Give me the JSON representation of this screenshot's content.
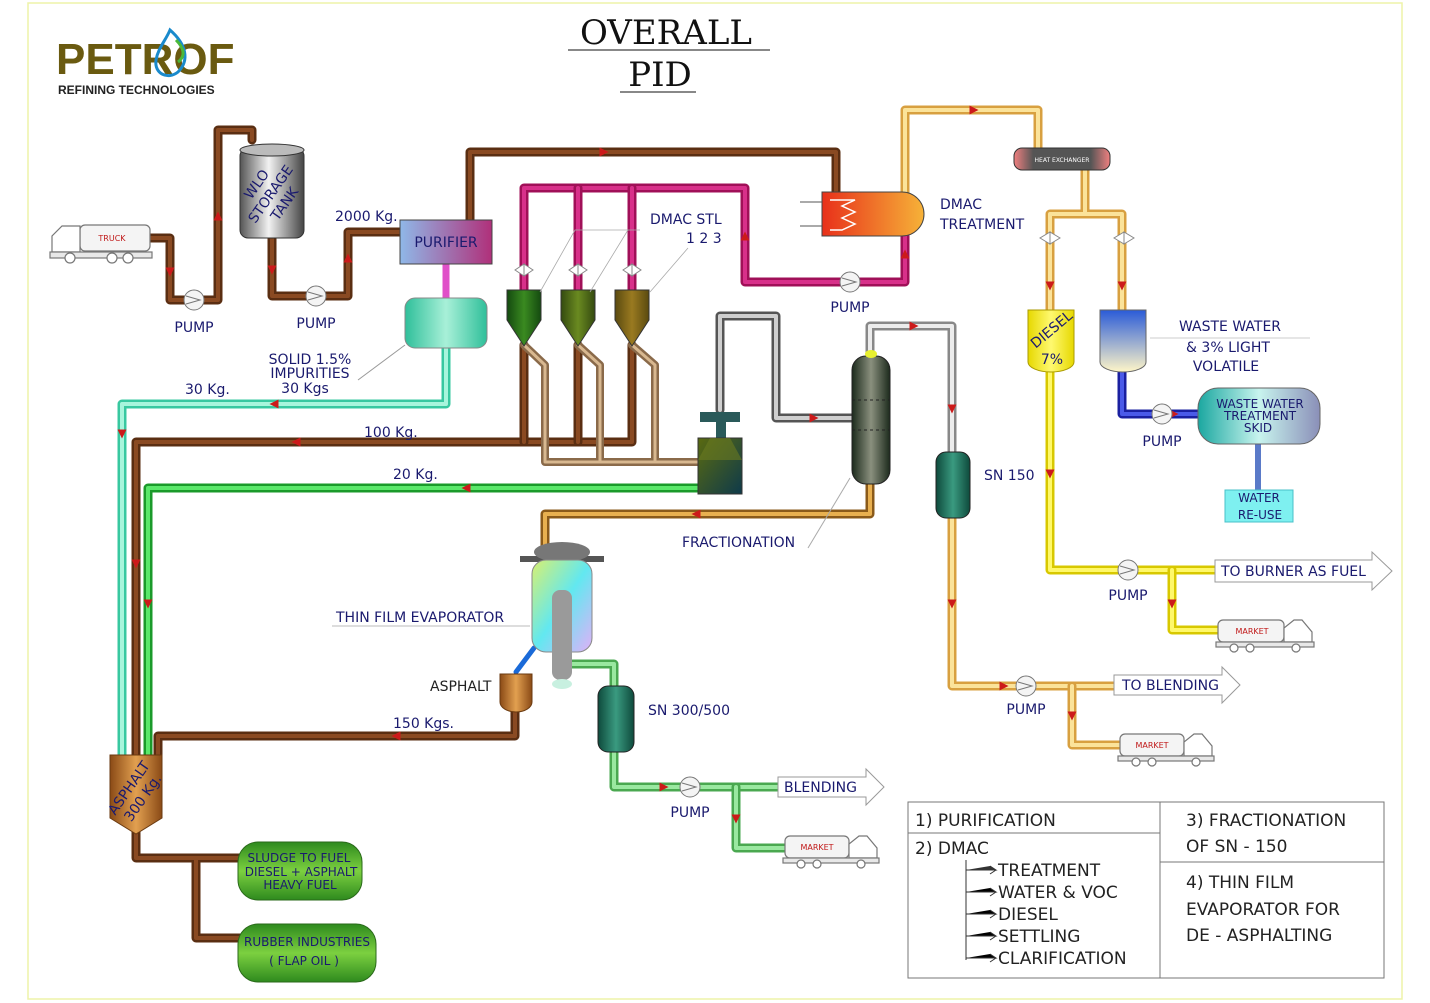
{
  "title": {
    "line1": "OVERALL",
    "line2": "PID"
  },
  "logo": {
    "brand": "PETROF",
    "tagline": "REFINING TECHNOLOGIES"
  },
  "equipment": {
    "truck": "TRUCK",
    "wlo_tank": [
      "WLO",
      "STORAGE",
      "TANK"
    ],
    "purifier": "PURIFIER",
    "dmac_treatment": [
      "DMAC",
      "TREATMENT"
    ],
    "heat_exchanger": "HEAT EXCHANGER",
    "dmac_stl": [
      "DMAC STL",
      "1 2 3"
    ],
    "diesel": [
      "DIESEL",
      "7%"
    ],
    "waste_water": [
      "WASTE WATER",
      "& 3% LIGHT",
      "VOLATILE"
    ],
    "ww_skid": [
      "WASTE WATER",
      "TREATMENT",
      "SKID"
    ],
    "water_reuse": [
      "WATER",
      "RE-USE"
    ],
    "solid_impurities": [
      "SOLID 1.5%",
      "IMPURITIES",
      "30 Kgs"
    ],
    "fractionation": "FRACTIONATION",
    "sn150": "SN 150",
    "tfe": "THIN FILM EVAPORATOR",
    "asphalt_small": "ASPHALT",
    "sn300": "SN 300/500",
    "asphalt_tank": [
      "ASPHALT",
      "300 Kg."
    ],
    "sludge": [
      "SLUDGE TO FUEL",
      "DIESEL + ASPHALT",
      "HEAVY FUEL"
    ],
    "rubber": [
      "RUBBER INDUSTRIES",
      "( FLAP OIL )"
    ],
    "market": "MARKET",
    "pump": "PUMP"
  },
  "flows": {
    "f2000": "2000 Kg.",
    "f30": "30 Kg.",
    "f100": "100 Kg.",
    "f20": "20 Kg.",
    "f150": "150 Kgs."
  },
  "outputs": {
    "burner": "TO BURNER AS FUEL",
    "blending_to": "TO BLENDING",
    "blending": "BLENDING"
  },
  "legend": {
    "item1": "1) PURIFICATION",
    "item2": "2) DMAC",
    "sub": [
      "TREATMENT",
      "WATER & VOC",
      "DIESEL",
      "SETTLING",
      "CLARIFICATION"
    ],
    "item3": [
      "3) FRACTIONATION",
      "OF SN - 150"
    ],
    "item4": [
      "4) THIN FILM",
      "EVAPORATOR FOR",
      "DE - ASPHALTING"
    ]
  },
  "colors": {
    "brown": "#6b3a1e",
    "magenta": "#c0186a",
    "mint": "#7fe8c0",
    "green": "#35c94a",
    "yellow": "#f5ef2a",
    "orange_pale": "#f4d38a",
    "gray": "#9a9a9a",
    "blue": "#2430c8"
  }
}
